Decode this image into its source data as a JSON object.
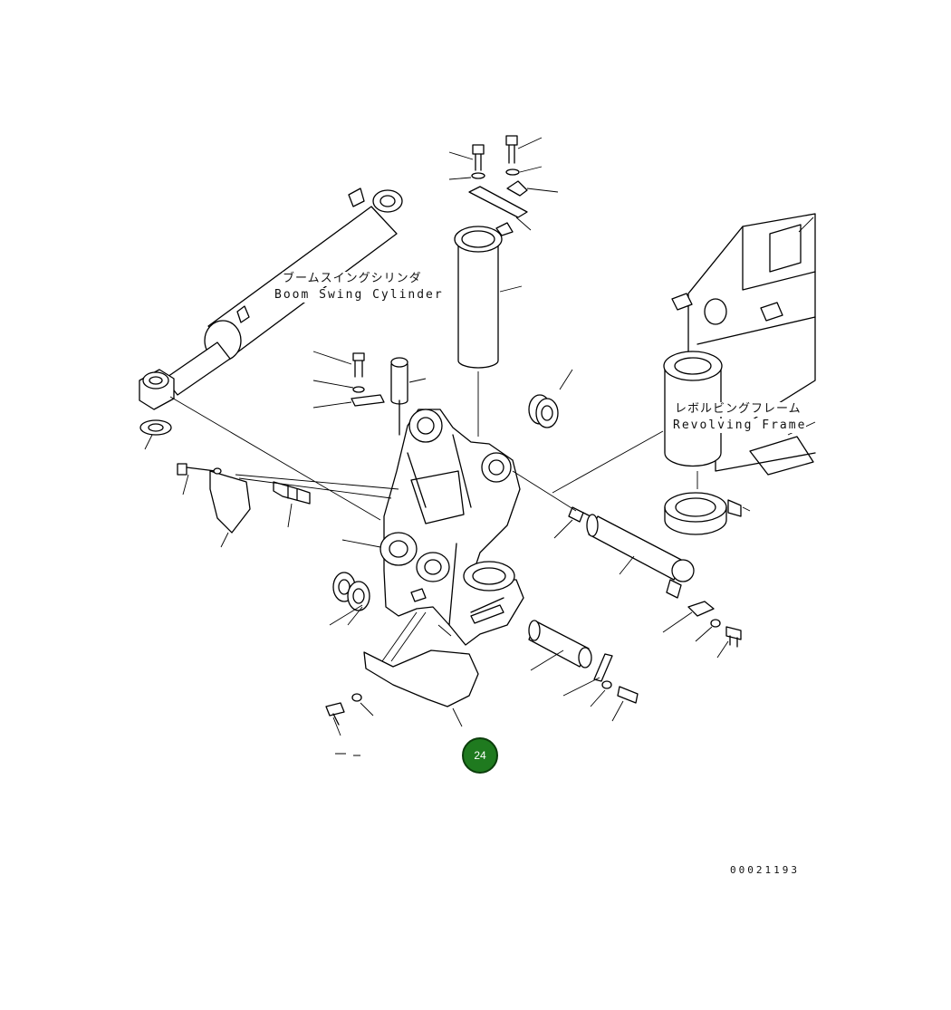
{
  "labels": {
    "boom_swing_cylinder_jp": "ブームスイングシリンダ",
    "boom_swing_cylinder_en": "Boom Swing Cylinder",
    "revolving_frame_jp": "レボルビングフレーム",
    "revolving_frame_en": "Revolving Frame"
  },
  "callout": {
    "number": "24",
    "color": "#1f7a1f"
  },
  "drawing_number": "00021193"
}
